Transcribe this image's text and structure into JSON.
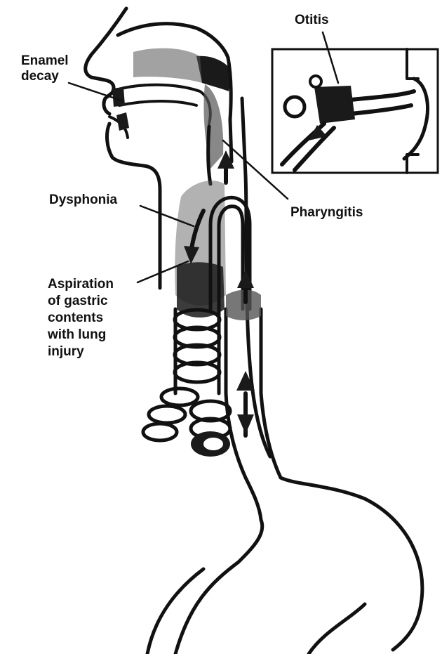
{
  "diagram": {
    "labels": {
      "otitis": "Otitis",
      "enamel_decay": [
        "Enamel",
        "decay"
      ],
      "dysphonia": "Dysphonia",
      "pharyngitis": "Pharyngitis",
      "aspiration": [
        "Aspiration",
        "of gastric",
        "contents",
        "with lung",
        "injury"
      ]
    },
    "colors": {
      "ink": "#111111",
      "background": "#ffffff"
    }
  }
}
